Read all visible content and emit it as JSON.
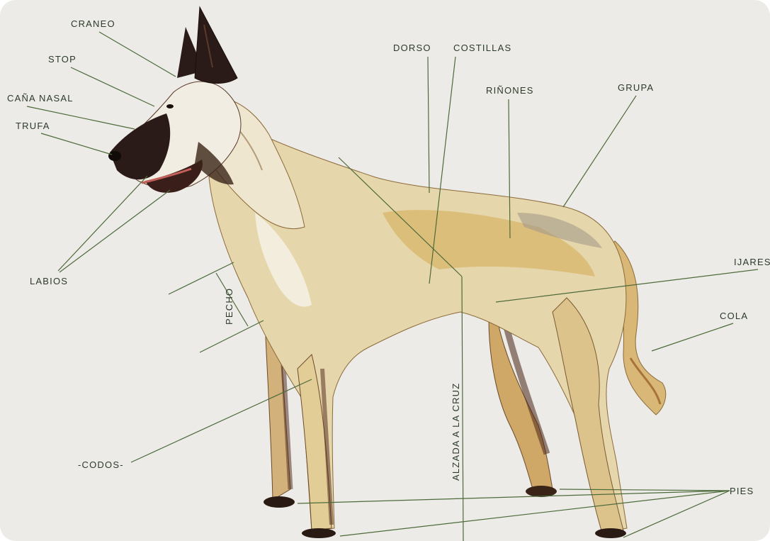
{
  "labels": {
    "craneo": "CRANEO",
    "stop": "STOP",
    "cana_nasal": "CAÑA NASAL",
    "trufa": "TRUFA",
    "labios": "LABIOS",
    "dorso": "DORSO",
    "costillas": "COSTILLAS",
    "rinones": "RIÑONES",
    "grupa": "GRUPA",
    "ijares": "IJARES",
    "cola": "COLA",
    "pecho": "PECHO",
    "alzada": "ALZADA A LA CRUZ",
    "codos": "-CODOS-",
    "pies": "PIES"
  },
  "colors": {
    "background": "#ecebe7",
    "leader_line": "#4d6a3a",
    "label_text": "#2c3a2a",
    "coat_light": "#e9dcb4",
    "coat_tan": "#d3b06a",
    "coat_dark": "#2a1a18"
  }
}
